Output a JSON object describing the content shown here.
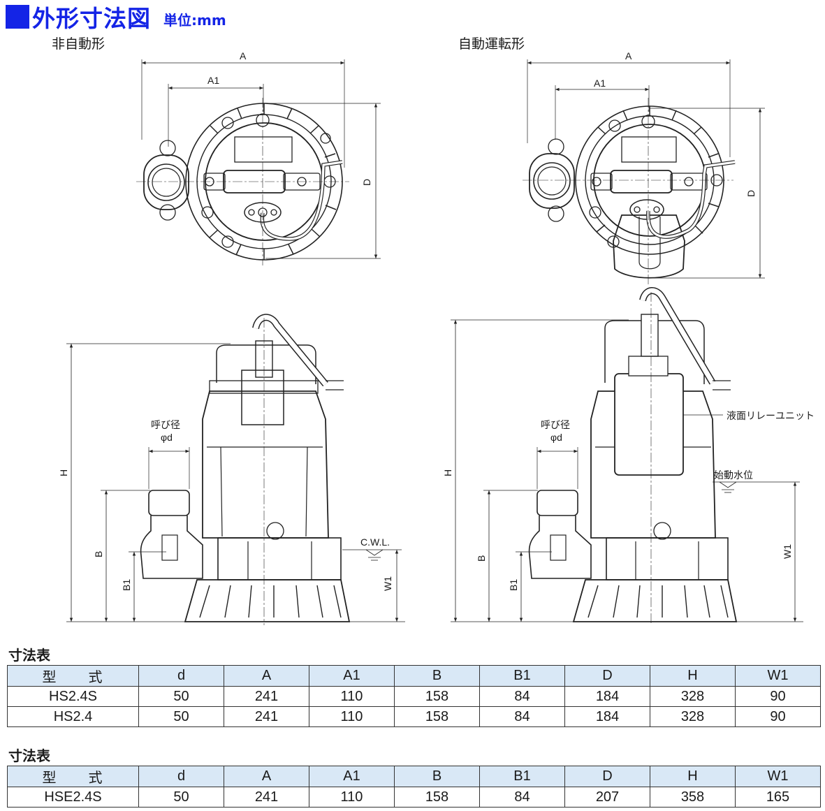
{
  "header": {
    "title": "外形寸法図",
    "unit": "単位:mm"
  },
  "colors": {
    "accent": "#1424e6",
    "table_header_bg": "#d9e8f6"
  },
  "views": {
    "left_label": "非自動形",
    "right_label": "自動運転形"
  },
  "labels": {
    "A": "A",
    "A1": "A1",
    "D": "D",
    "H": "H",
    "B": "B",
    "B1": "B1",
    "W1": "W1",
    "bore_1": "呼び径",
    "bore_2": "φd",
    "cwl": "C.W.L.",
    "relay": "液面リレーユニット",
    "start_level": "始動水位"
  },
  "tables": [
    {
      "caption": "寸法表",
      "headers": [
        "型　　式",
        "d",
        "A",
        "A1",
        "B",
        "B1",
        "D",
        "H",
        "W1"
      ],
      "rows": [
        [
          "HS2.4S",
          "50",
          "241",
          "110",
          "158",
          "84",
          "184",
          "328",
          "90"
        ],
        [
          "HS2.4",
          "50",
          "241",
          "110",
          "158",
          "84",
          "184",
          "328",
          "90"
        ]
      ]
    },
    {
      "caption": "寸法表",
      "headers": [
        "型　　式",
        "d",
        "A",
        "A1",
        "B",
        "B1",
        "D",
        "H",
        "W1"
      ],
      "rows": [
        [
          "HSE2.4S",
          "50",
          "241",
          "110",
          "158",
          "84",
          "207",
          "358",
          "165"
        ]
      ]
    }
  ]
}
